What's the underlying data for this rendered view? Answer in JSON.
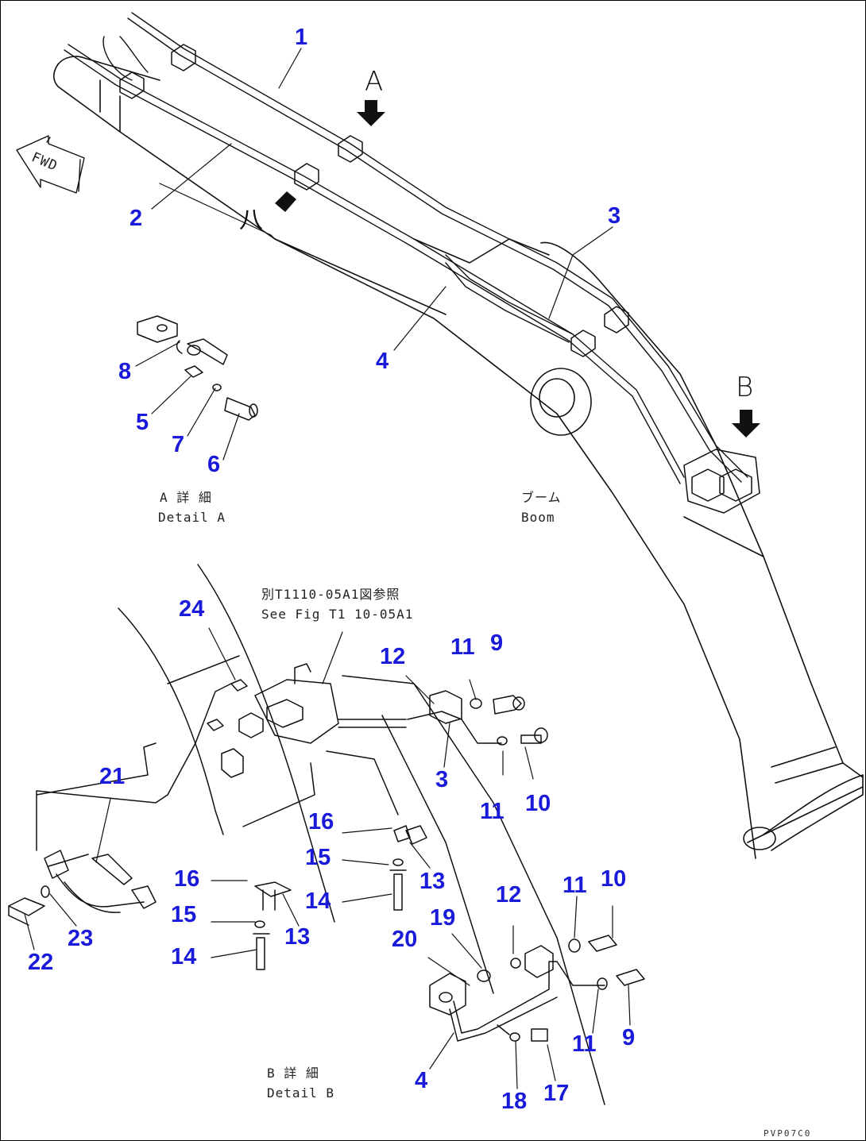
{
  "callouts": [
    {
      "id": "c1",
      "text": "1"
    },
    {
      "id": "c2",
      "text": "2"
    },
    {
      "id": "c3a",
      "text": "3"
    },
    {
      "id": "c4a",
      "text": "4"
    },
    {
      "id": "c8",
      "text": "8"
    },
    {
      "id": "c5",
      "text": "5"
    },
    {
      "id": "c7",
      "text": "7"
    },
    {
      "id": "c6",
      "text": "6"
    },
    {
      "id": "c24",
      "text": "24"
    },
    {
      "id": "c12a",
      "text": "12"
    },
    {
      "id": "c11a",
      "text": "11"
    },
    {
      "id": "c9a",
      "text": "9"
    },
    {
      "id": "c3b",
      "text": "3"
    },
    {
      "id": "c11b",
      "text": "11"
    },
    {
      "id": "c10a",
      "text": "10"
    },
    {
      "id": "c21",
      "text": "21"
    },
    {
      "id": "c16a",
      "text": "16"
    },
    {
      "id": "c15a",
      "text": "15"
    },
    {
      "id": "c13a",
      "text": "13"
    },
    {
      "id": "c14a",
      "text": "14"
    },
    {
      "id": "c16b",
      "text": "16"
    },
    {
      "id": "c15b",
      "text": "15"
    },
    {
      "id": "c13b",
      "text": "13"
    },
    {
      "id": "c14b",
      "text": "14"
    },
    {
      "id": "c23",
      "text": "23"
    },
    {
      "id": "c22",
      "text": "22"
    },
    {
      "id": "c12b",
      "text": "12"
    },
    {
      "id": "c11c",
      "text": "11"
    },
    {
      "id": "c10b",
      "text": "10"
    },
    {
      "id": "c19",
      "text": "19"
    },
    {
      "id": "c20",
      "text": "20"
    },
    {
      "id": "c11d",
      "text": "11"
    },
    {
      "id": "c9b",
      "text": "9"
    },
    {
      "id": "c4b",
      "text": "4"
    },
    {
      "id": "c18",
      "text": "18"
    },
    {
      "id": "c17",
      "text": "17"
    }
  ],
  "view_markers": {
    "a": "A",
    "b": "B",
    "a_lower": "八"
  },
  "fwd_label": "FWD",
  "detail_a": {
    "jp": "A 詳 細",
    "en": "Detail A"
  },
  "boom": {
    "jp": "ブーム",
    "en": "Boom"
  },
  "reference": {
    "jp": "別T1110-05A1図参照",
    "en": "See Fig T1 10-05A1"
  },
  "detail_b": {
    "jp": "B 詳 細",
    "en": "Detail B"
  },
  "drawing_code": "PVP07C0"
}
